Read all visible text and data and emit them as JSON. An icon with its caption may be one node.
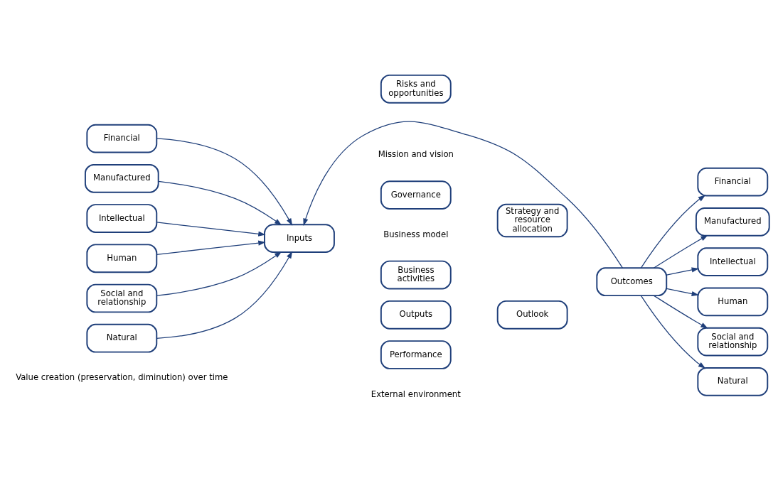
{
  "diagram": {
    "nodes": [
      {
        "text": [
          "Financial"
        ]
      },
      {
        "text": [
          "Manufactured"
        ]
      },
      {
        "text": [
          "Intellectual"
        ]
      },
      {
        "text": [
          "Human"
        ]
      },
      {
        "text": [
          "Social and relationship"
        ]
      },
      {
        "text": [
          "Natural"
        ]
      },
      {
        "text": [
          "Inputs"
        ]
      },
      {
        "text": [
          "Governance"
        ]
      },
      {
        "text": [
          "Risks and opportunities"
        ]
      },
      {
        "text": [
          "Strategy and resource allocation"
        ]
      },
      {
        "text": [
          "Business activities"
        ]
      },
      {
        "text": [
          "Outputs"
        ]
      },
      {
        "text": [
          "Outcomes"
        ]
      },
      {
        "text": [
          "Performance"
        ]
      },
      {
        "text": [
          "Outlook"
        ]
      },
      {
        "text": [
          "Financial"
        ]
      },
      {
        "text": [
          "Manufactured"
        ]
      },
      {
        "text": [
          "Intellectual"
        ]
      },
      {
        "text": [
          "Human"
        ]
      },
      {
        "text": [
          "Social and relationship"
        ]
      },
      {
        "text": [
          "Natural"
        ]
      }
    ],
    "edges": [
      {
        "from": 0,
        "to": 6,
        "arrow": "to"
      },
      {
        "from": 1,
        "to": 6,
        "arrow": "to"
      },
      {
        "from": 2,
        "to": 6,
        "arrow": "to"
      },
      {
        "from": 3,
        "to": 6,
        "arrow": "to"
      },
      {
        "from": 4,
        "to": 6,
        "arrow": "to"
      },
      {
        "from": 5,
        "to": 6,
        "arrow": "to"
      },
      {
        "from": 12,
        "to": 15,
        "arrow": "to"
      },
      {
        "from": 12,
        "to": 16,
        "arrow": "to"
      },
      {
        "from": 12,
        "to": 17,
        "arrow": "to"
      },
      {
        "from": 12,
        "to": 18,
        "arrow": "to"
      },
      {
        "from": 12,
        "to": 19,
        "arrow": "to"
      },
      {
        "from": 12,
        "to": 20,
        "arrow": "to"
      },
      {
        "from": 12,
        "to": 6,
        "arrow": "to"
      }
    ],
    "labels": [
      "Mission and vision",
      "Business model",
      "External environment",
      "Value creation (preservation, diminution) over time"
    ]
  }
}
